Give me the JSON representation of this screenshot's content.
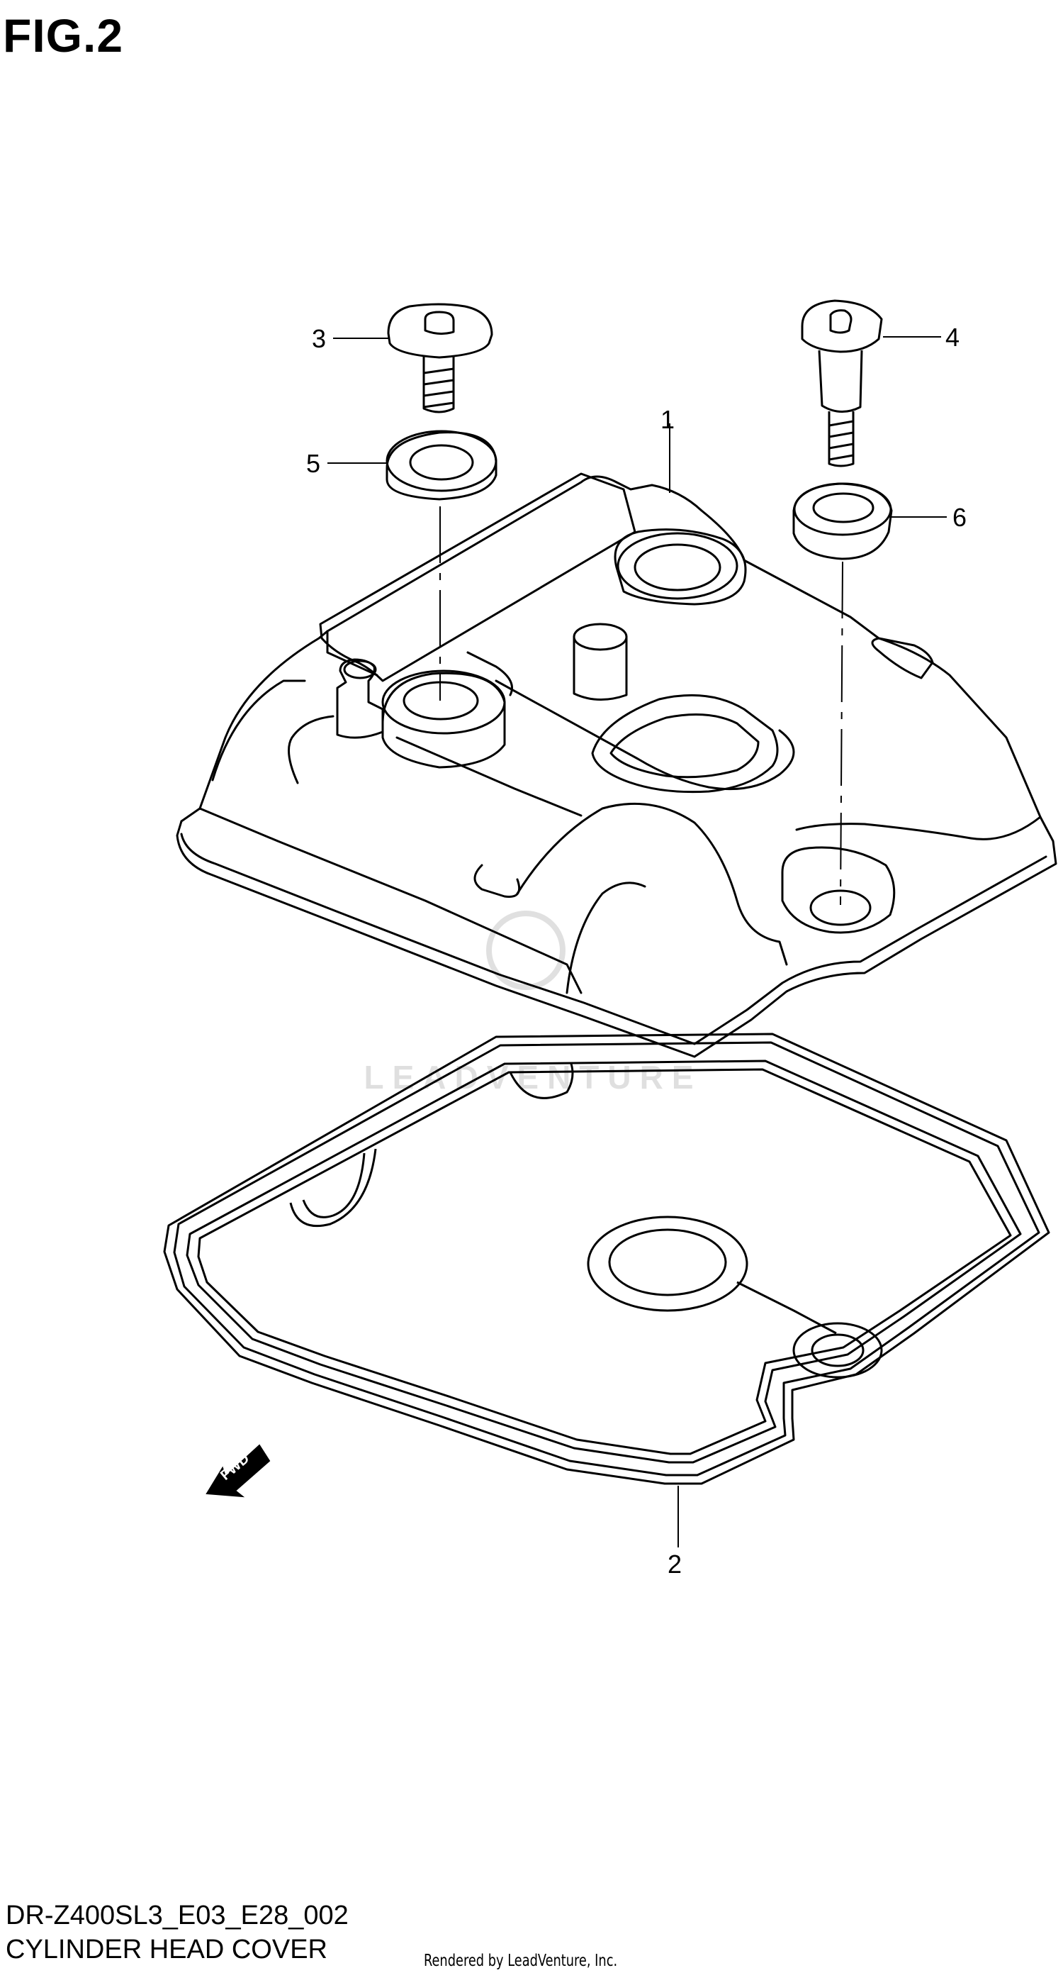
{
  "figure": {
    "title": "FIG.2",
    "code": "DR-Z400SL3_E03_E28_002",
    "name": "CYLINDER HEAD COVER",
    "rendered_by": "Rendered by LeadVenture, Inc.",
    "watermark": "LEADVENTURE",
    "fwd_label": "FWD"
  },
  "callouts": [
    {
      "number": "1",
      "part": "cylinder-head-cover"
    },
    {
      "number": "2",
      "part": "cover-gasket"
    },
    {
      "number": "3",
      "part": "cover-bolt"
    },
    {
      "number": "4",
      "part": "cover-bolt-long"
    },
    {
      "number": "5",
      "part": "washer-seal"
    },
    {
      "number": "6",
      "part": "grommet-seal"
    }
  ]
}
